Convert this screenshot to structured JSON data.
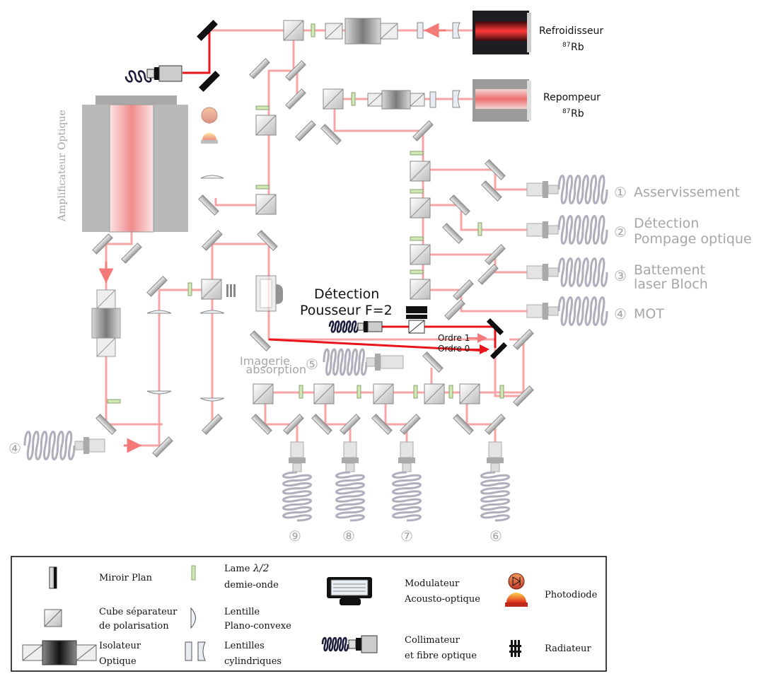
{
  "lasers": {
    "cooler": {
      "label": "Refroidisseur",
      "isotope_sup": "87",
      "isotope": "Rb"
    },
    "repump": {
      "label": "Repompeur",
      "isotope_sup": "87",
      "isotope": "Rb"
    }
  },
  "amplifier": {
    "label": "Amplificateur Optique"
  },
  "outputs": [
    {
      "num": "①",
      "label1": "Asservissement",
      "label2": ""
    },
    {
      "num": "②",
      "label1": "Détection",
      "label2": "Pompage optique"
    },
    {
      "num": "③",
      "label1": "Battement",
      "label2": "laser Bloch"
    },
    {
      "num": "④",
      "label1": "MOT",
      "label2": ""
    }
  ],
  "left_output": {
    "num": "④"
  },
  "imaging": {
    "num": "⑤",
    "label1": "Imagerie",
    "label2": "absorption"
  },
  "pusher": {
    "label1": "Détection",
    "label2": "Pousseur F=2"
  },
  "orders": {
    "order1": "Ordre 1",
    "order0": "Ordre 0"
  },
  "bottom_outputs": [
    "⑨",
    "⑧",
    "⑦",
    "⑥"
  ],
  "legend": {
    "mirror": "Miroir Plan",
    "halfwave_1": "Lame",
    "halfwave_sym": "λ/2",
    "halfwave_2": "demie-onde",
    "aom_1": "Modulateur",
    "aom_2": "Acousto-optique",
    "photodiode": "Photodiode",
    "cube_1": "Cube séparateur",
    "cube_2": "de polarisation",
    "lens_1": "Lentille",
    "lens_2": "Plano-convexe",
    "fiber_1": "Collimateur",
    "fiber_2": "et fibre optique",
    "isolator_1": "Isolateur",
    "isolator_2": "Optique",
    "cyl_1": "Lentilles",
    "cyl_2": "cylindriques",
    "radiator": "Radiateur"
  },
  "colors": {
    "beam": "#f6a4a4",
    "beam_strong": "#e8141a",
    "fiber": "#b0adbd",
    "fiber_dark": "#1a1a3a",
    "text_grey": "#a6a6a6",
    "component_grey": "#c8c8c8"
  }
}
